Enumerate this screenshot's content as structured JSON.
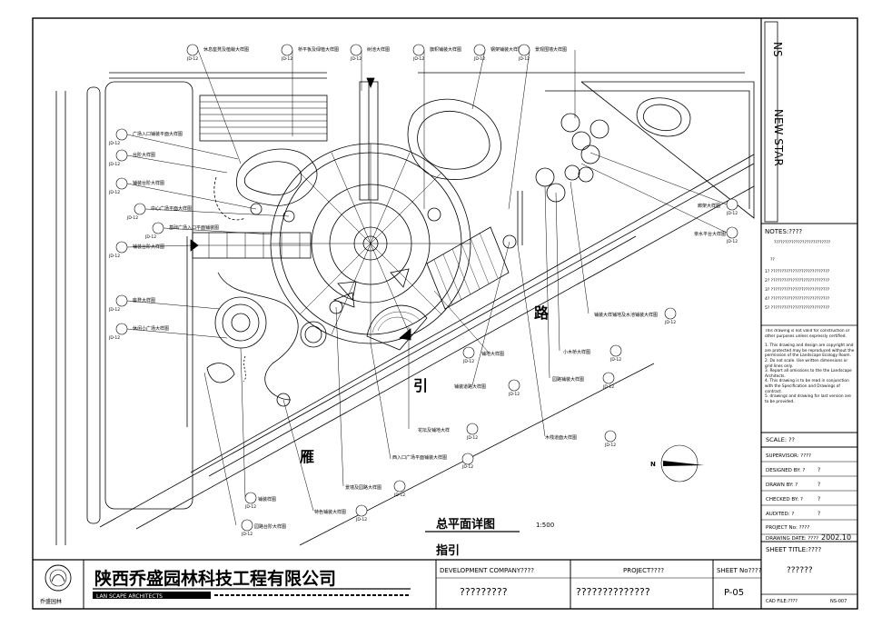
{
  "plan_title": "总平面详图",
  "plan_scale": "1:500",
  "plan_subtitle": "指引",
  "road_chars": [
    "雁",
    "引",
    "路"
  ],
  "north_label": "N",
  "company": {
    "name_cn": "陕西乔盛园林科技工程有限公司",
    "name_en": "LAN  SCAPE ARCHITECTS",
    "logo_text": "乔盛园林"
  },
  "brand_vertical": "NEW STAR",
  "brand_top": "NS",
  "notes": {
    "header": "NOTES:????",
    "lines": [
      "??????????????????????????",
      "??",
      "1?  ???????????????????????????",
      "2?  ???????????????????????????",
      "3?  ???????????????????????????",
      "4?  ???????????????????????????",
      "5?  ???????????????????????????"
    ],
    "disclaimer": "This drawing is not valid for construction or other purposes unless expressly certified.",
    "points": [
      "1.  This drawing and design are copyright and are protected may be reproduced without the permission of the Landscape Ecology Room.",
      "2.  Do not scale. Use written dimensions or grid lines only.",
      "3.  Report all omissions to the the Landscape Architects.",
      "4.  This drawing is to be read in conjunction with the Specification and Drawings of contract.",
      "5.  drawings and drawing for last version are to be provided."
    ]
  },
  "scale_label": "SCALE: ??",
  "fields": [
    {
      "label": "SUPERVISOR: ????",
      "value": ""
    },
    {
      "label": "DESIGNED BY: ?",
      "value": "?"
    },
    {
      "label": "DRAWN BY: ?",
      "value": "?"
    },
    {
      "label": "CHECKED BY: ?",
      "value": "?"
    },
    {
      "label": "AUDITED: ?",
      "value": "?"
    },
    {
      "label": "PROJECT No: ????",
      "value": ""
    },
    {
      "label": "DRAWING DATE: ????",
      "value": "2002.10"
    }
  ],
  "sheet_title": {
    "label": "SHEET TITLE:????",
    "value": "??????"
  },
  "bottom": {
    "dev_label": "DEVELOPMENT COMPANY????",
    "dev_value": "?????????",
    "proj_label": "PROJECT????",
    "proj_value": "??????????????",
    "sheet_label": "SHEET No????",
    "sheet_value": "P-05",
    "cad_label": "CAD FILE:????",
    "cad_value": "NS-007"
  },
  "callouts": [
    {
      "id": "c1",
      "text": "休息座凳及植栽大样图",
      "code": "JD-12"
    },
    {
      "id": "c2",
      "text": "桥平板及绿植大样图",
      "code": "JD-12"
    },
    {
      "id": "c3",
      "text": "树池大样图",
      "code": "JD-12"
    },
    {
      "id": "c4",
      "text": "旗帜铺装大样图",
      "code": "JD-12"
    },
    {
      "id": "c5",
      "text": "钢架铺装大样图",
      "code": "JD-12"
    },
    {
      "id": "c6",
      "text": "景观围墙大样图",
      "code": "JD-12"
    },
    {
      "id": "c7",
      "text": "广场入口铺装平面大样图",
      "code": "JD-12"
    },
    {
      "id": "c8",
      "text": "台阶大样图",
      "code": "JD-12"
    },
    {
      "id": "c9",
      "text": "铺装台阶大样图",
      "code": "JD-12"
    },
    {
      "id": "c10",
      "text": "中心广场平面大样图",
      "code": "JD-12"
    },
    {
      "id": "c11",
      "text": "基础广场入口平面铺装图",
      "code": "JD-12"
    },
    {
      "id": "c12",
      "text": "铺装台阶大样图",
      "code": "JD-12"
    },
    {
      "id": "c13",
      "text": "座凳大样图",
      "code": "JD-12"
    },
    {
      "id": "c14",
      "text": "休闲小广场大样图",
      "code": "JD-12"
    },
    {
      "id": "c15",
      "text": "廊架大样图",
      "code": "JD-12"
    },
    {
      "id": "c16",
      "text": "亲水平台大样图",
      "code": "JD-12"
    },
    {
      "id": "c17",
      "text": "铺装大样铺地及水池铺装大样图",
      "code": "JD-12"
    },
    {
      "id": "c18",
      "text": "小木桥大样图",
      "code": "JD-12"
    },
    {
      "id": "c19",
      "text": "铺地大样图",
      "code": "JD-12"
    },
    {
      "id": "c20",
      "text": "园路铺装大样图",
      "code": "JD-12"
    },
    {
      "id": "c21",
      "text": "铺装道路大样图",
      "code": "JD-12"
    },
    {
      "id": "c22",
      "text": "花坛及铺地大样",
      "code": "JD-12"
    },
    {
      "id": "c23",
      "text": "木栈道面大样图",
      "code": "JD-12"
    },
    {
      "id": "c24",
      "text": "西入口广场平面铺装大样图",
      "code": "JD-12"
    },
    {
      "id": "c25",
      "text": "景墙及园路大样图",
      "code": "JD-12"
    },
    {
      "id": "c26",
      "text": "特色铺装大样图",
      "code": "JD-12"
    },
    {
      "id": "c27",
      "text": "铺装样图",
      "code": "JD-12"
    },
    {
      "id": "c28",
      "text": "园路台阶大样图",
      "code": "JD-12"
    }
  ]
}
